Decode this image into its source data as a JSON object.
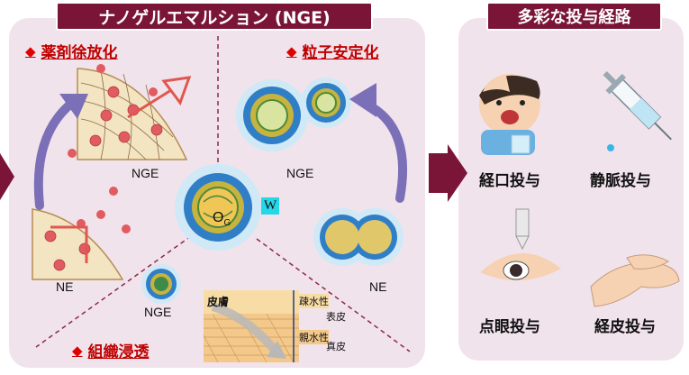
{
  "left_title": "ナノゲルエマルション (NGE)",
  "right_title": "多彩な投与経路",
  "sections": {
    "release": "薬剤徐放化",
    "stability": "粒子安定化",
    "tissue": "組織浸透"
  },
  "labels": {
    "nge_top_left": "NGE",
    "nge_top_right": "NGE",
    "nge_bottom": "NGE",
    "ne_left": "NE",
    "ne_right": "NE",
    "center_og": "O",
    "center_og_sub": "G",
    "center_w": "W"
  },
  "skin_diagram": {
    "skin": "皮膚",
    "hydrophobic": "疎水性",
    "epidermis": "表皮",
    "hydrophilic": "親水性",
    "dermis": "真皮"
  },
  "routes": {
    "oral": "経口投与",
    "iv": "静脈投与",
    "ophthalmic": "点眼投与",
    "transdermal": "経皮投与"
  },
  "colors": {
    "accent": "#7a1538",
    "panel_bg": "#f1e3ec",
    "heading": "#c00000"
  }
}
